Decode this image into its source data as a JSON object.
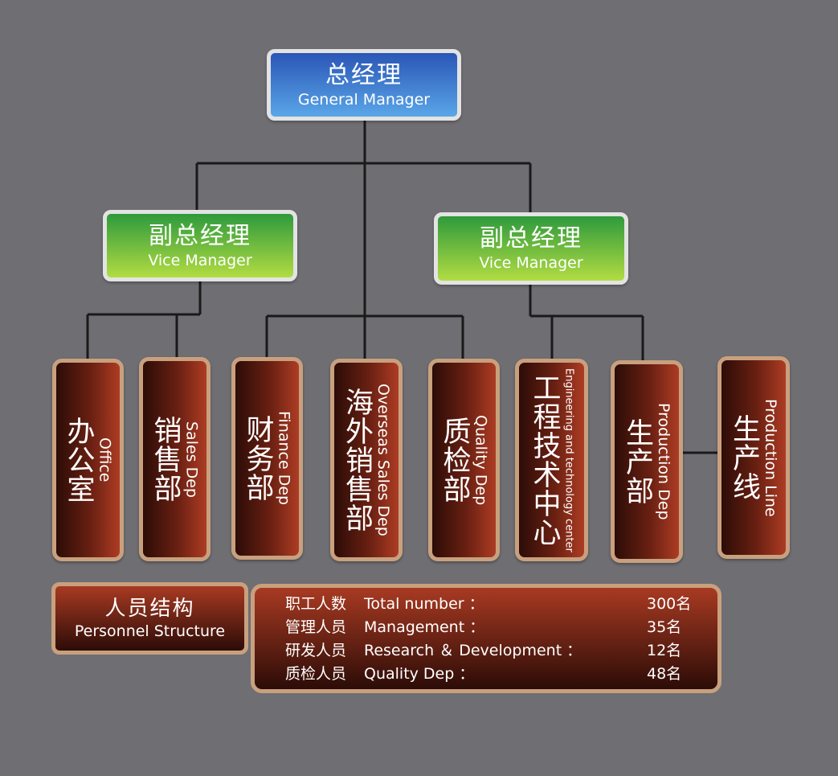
{
  "general_manager": {
    "cn": "总经理",
    "en": "General Manager"
  },
  "vice_managers": [
    {
      "cn": "副总经理",
      "en": "Vice  Manager"
    },
    {
      "cn": "副总经理",
      "en": "Vice  Manager"
    }
  ],
  "departments": [
    {
      "cn": "办公室",
      "en": "Office"
    },
    {
      "cn": "销售部",
      "en": "Sales Dep"
    },
    {
      "cn": "财务部",
      "en": "Finance Dep"
    },
    {
      "cn": "海外销售部",
      "en": "Overseas Sales Dep"
    },
    {
      "cn": "质检部",
      "en": "Quality Dep"
    },
    {
      "cn": "工程技术中心",
      "en": "Engineering and technology center"
    },
    {
      "cn": "生产部",
      "en": "Production Dep"
    },
    {
      "cn": "生产线",
      "en": "Production Line"
    }
  ],
  "personnel": {
    "cn": "人员结构",
    "en": "Personnel Structure"
  },
  "stats": [
    {
      "cn": "职工人数",
      "en": "Total number ：",
      "value": "300名"
    },
    {
      "cn": "管理人员",
      "en": "Management ：",
      "value": "35名"
    },
    {
      "cn": "研发人员",
      "en": "Research ＆ Development ：",
      "value": "12名"
    },
    {
      "cn": "质检人员",
      "en": "Quality Dep ：",
      "value": "48名"
    }
  ],
  "colors": {
    "background": "#6e6e73",
    "line": "#1a1a1a",
    "box_border": "#c9a07e"
  }
}
